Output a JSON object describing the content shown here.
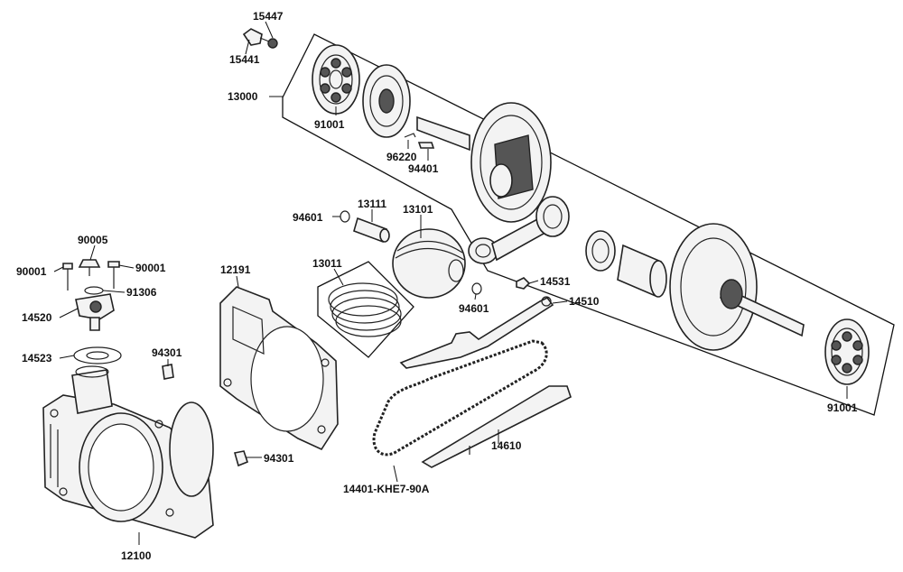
{
  "diagram": {
    "labels": {
      "p15447": "15447",
      "p15441": "15441",
      "p13000": "13000",
      "p91001a": "91001",
      "p96220": "96220",
      "p94401": "94401",
      "p94601a": "94601",
      "p13111": "13111",
      "p13101": "13101",
      "p13011": "13011",
      "p94601b": "94601",
      "p14531": "14531",
      "p14510": "14510",
      "p90005": "90005",
      "p90001a": "90001",
      "p90001b": "90001",
      "p91306": "91306",
      "p14520": "14520",
      "p14523": "14523",
      "p94301a": "94301",
      "p12191": "12191",
      "p94301b": "94301",
      "p12100": "12100",
      "p14610": "14610",
      "p14401": "14401-KHE7-90A",
      "p91001b": "91001"
    }
  }
}
